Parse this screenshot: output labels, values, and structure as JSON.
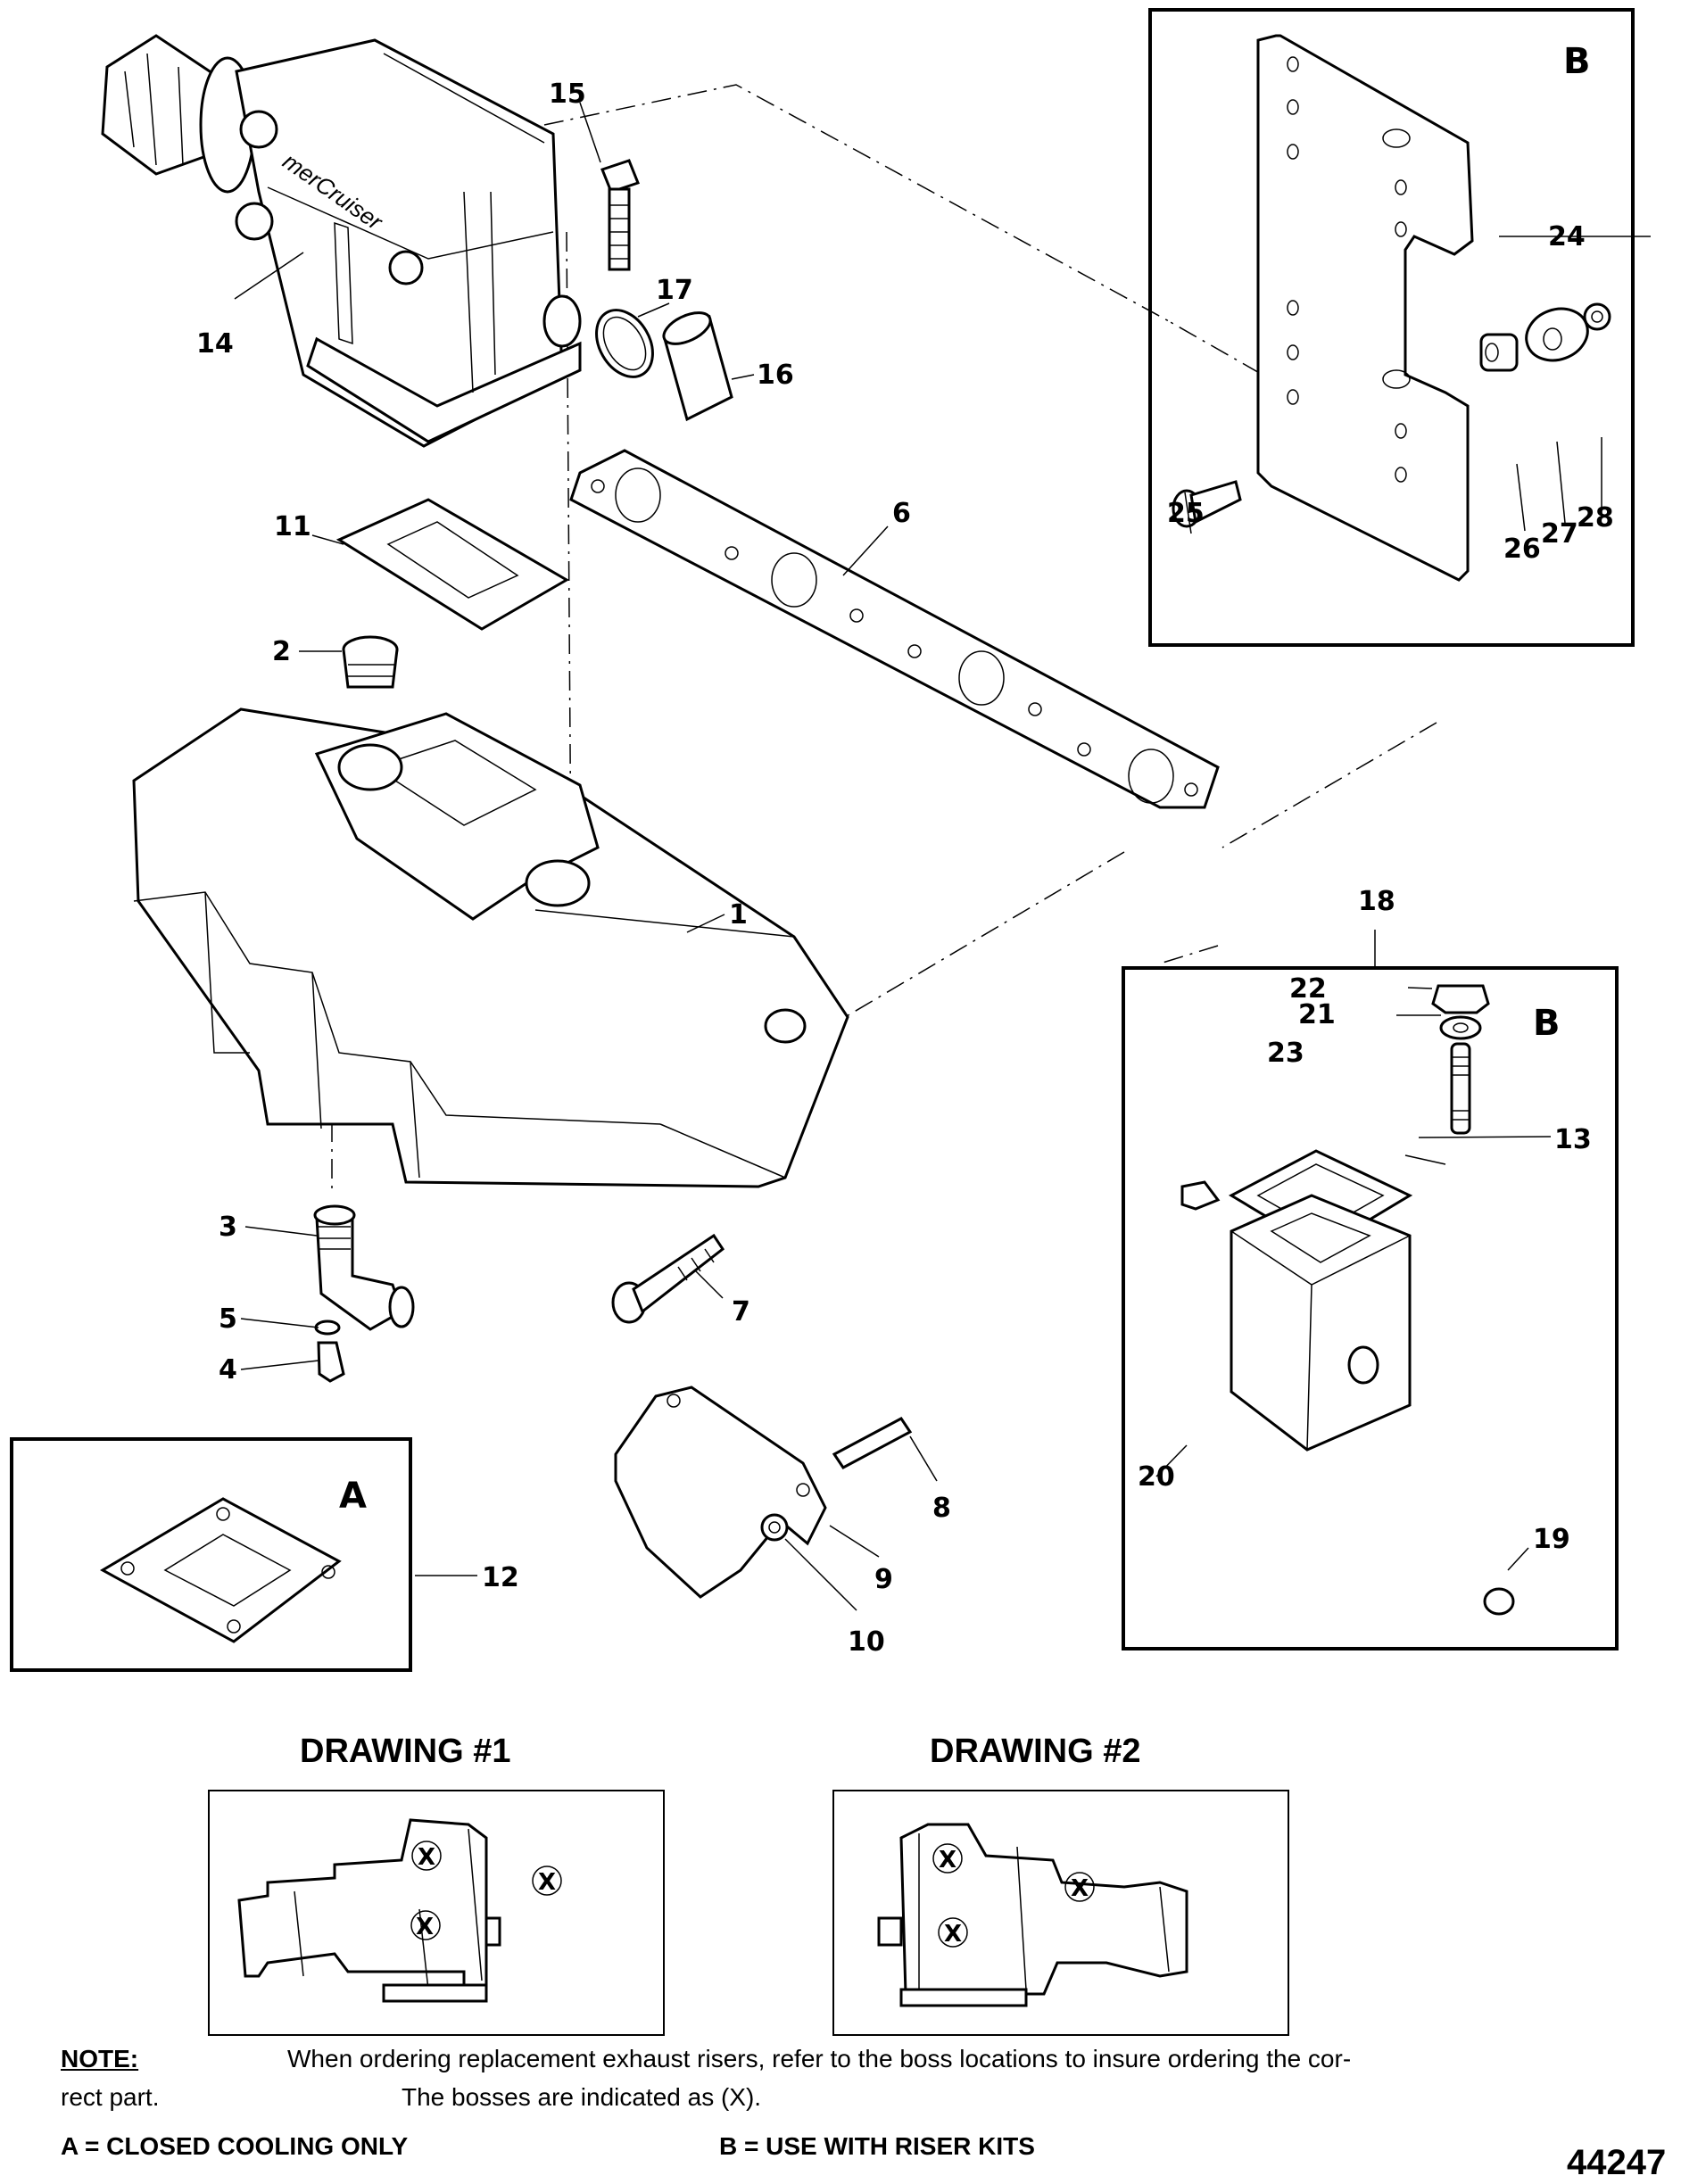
{
  "diagram": {
    "title": "Exhaust Manifold / Riser Exploded View",
    "callouts": [
      "1",
      "2",
      "3",
      "4",
      "5",
      "6",
      "7",
      "8",
      "9",
      "10",
      "11",
      "12",
      "13",
      "14",
      "15",
      "16",
      "17",
      "18",
      "19",
      "20",
      "21",
      "22",
      "23",
      "24",
      "25",
      "26",
      "27",
      "28"
    ],
    "insets": [
      {
        "letter": "B",
        "contents": [
          "24",
          "25",
          "26",
          "27",
          "28"
        ]
      },
      {
        "letter": "B",
        "group": "18",
        "contents": [
          "13",
          "19",
          "20",
          "21",
          "22",
          "23"
        ]
      },
      {
        "letter": "A",
        "contents": [
          "12"
        ]
      }
    ],
    "logo_text": "merCruiser",
    "boss_mark": "X"
  },
  "drawings": [
    {
      "title": "DRAWING #1"
    },
    {
      "title": "DRAWING #2"
    }
  ],
  "note": {
    "label": "NOTE:",
    "line1": "When ordering replacement exhaust risers, refer to the boss locations to insure ordering the cor-",
    "line2_start": "rect part.",
    "line2_rest": "The bosses are indicated as (X)."
  },
  "legend": {
    "a": "A = CLOSED COOLING ONLY",
    "b": "B = USE WITH RISER KITS"
  },
  "figure_number": "44247"
}
